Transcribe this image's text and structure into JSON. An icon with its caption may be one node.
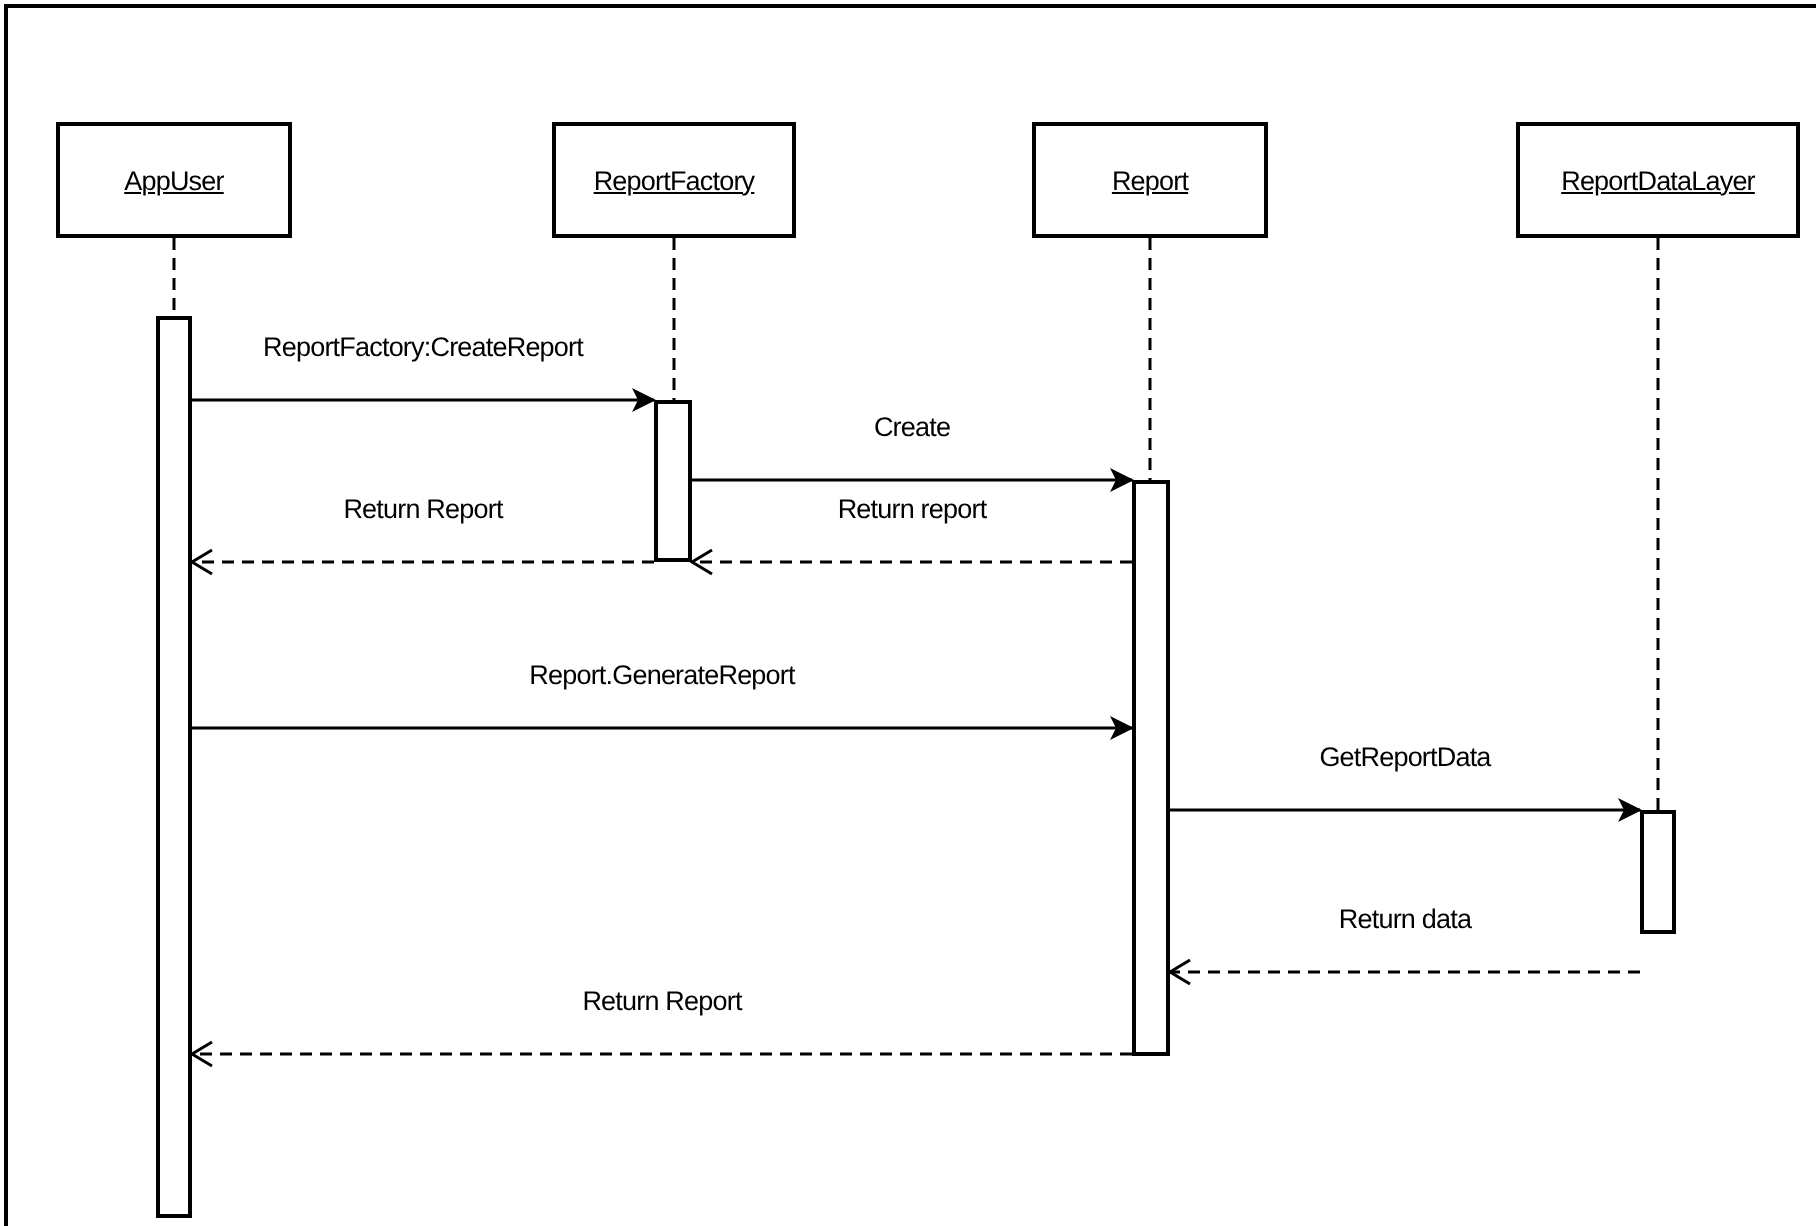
{
  "diagram": {
    "nodes": [
      {
        "text": [
          "AppUser"
        ]
      },
      {
        "text": [
          "ReportFactory"
        ]
      },
      {
        "text": [
          "Report"
        ]
      },
      {
        "text": [
          "ReportDataLayer"
        ]
      },
      {
        "text": [],
        "shape": "bar"
      },
      {
        "text": [],
        "shape": "bar"
      },
      {
        "text": [],
        "shape": "bar"
      },
      {
        "text": [],
        "shape": "bar"
      }
    ],
    "edges": [
      {
        "from": 0,
        "to": 4,
        "arrow": "none",
        "style": "dashed"
      },
      {
        "from": 1,
        "to": 5,
        "arrow": "none",
        "style": "dashed"
      },
      {
        "from": 2,
        "to": 6,
        "arrow": "none",
        "style": "dashed"
      },
      {
        "from": 3,
        "to": 7,
        "arrow": "none",
        "style": "dashed"
      },
      {
        "from": 4,
        "to": 5,
        "arrow": "to",
        "label": "ReportFactory:CreateReport"
      },
      {
        "from": 5,
        "to": 6,
        "arrow": "to",
        "label": "Create"
      },
      {
        "from": 6,
        "to": 5,
        "arrow": "to",
        "label": "Return report",
        "style": "dashed"
      },
      {
        "from": 5,
        "to": 4,
        "arrow": "to",
        "label": "Return Report",
        "style": "dashed"
      },
      {
        "from": 4,
        "to": 6,
        "arrow": "to",
        "label": "Report.GenerateReport"
      },
      {
        "from": 6,
        "to": 7,
        "arrow": "to",
        "label": "GetReportData"
      },
      {
        "from": 7,
        "to": 6,
        "arrow": "to",
        "label": "Return data",
        "style": "dashed"
      },
      {
        "from": 6,
        "to": 4,
        "arrow": "to",
        "label": "Return Report",
        "style": "dashed"
      }
    ]
  }
}
